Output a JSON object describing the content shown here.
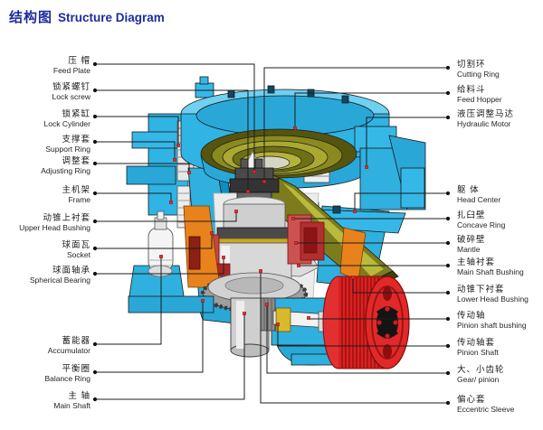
{
  "title": {
    "zh": "结构图",
    "en": "Structure Diagram"
  },
  "labels": {
    "left": [
      {
        "zh": "压  帽",
        "en": "Feed Plate"
      },
      {
        "zh": "锁紧螺钉",
        "en": "Lock screw"
      },
      {
        "zh": "锁紧缸",
        "en": "Lock Cylinder"
      },
      {
        "zh": "支撑套",
        "en": "Support Ring"
      },
      {
        "zh": "调整套",
        "en": "Adjusting Ring"
      },
      {
        "zh": "主机架",
        "en": "Frame"
      },
      {
        "zh": "动锥上衬套",
        "en": "Upper Head Bushing"
      },
      {
        "zh": "球面瓦",
        "en": "Socket"
      },
      {
        "zh": "球面轴承",
        "en": "Spherical Bearing"
      },
      {
        "zh": "蓄能器",
        "en": "Accumulator"
      },
      {
        "zh": "平衡圈",
        "en": "Balance Ring"
      },
      {
        "zh": "主  轴",
        "en": "Main Shaft"
      }
    ],
    "right": [
      {
        "zh": "切割环",
        "en": "Cutting Ring"
      },
      {
        "zh": "给料斗",
        "en": "Feed Hopper"
      },
      {
        "zh": "液压调整马达",
        "en": "Hydraulic Motor"
      },
      {
        "zh": "躯  体",
        "en": "Head Center"
      },
      {
        "zh": "扎臼壁",
        "en": "Concave Ring"
      },
      {
        "zh": "破碎壁",
        "en": "Mantle"
      },
      {
        "zh": "主轴衬套",
        "en": "Main Shaft Bushing"
      },
      {
        "zh": "动锥下衬套",
        "en": "Lower Head Bushing"
      },
      {
        "zh": "传动轴",
        "en": "Pinion shaft bushing"
      },
      {
        "zh": "传动轴套",
        "en": "Pinion Shaft"
      },
      {
        "zh": "大、小齿轮",
        "en": "Gear/ pinion"
      },
      {
        "zh": "偏心套",
        "en": "Eccentric Sleeve"
      }
    ]
  },
  "colors": {
    "title_blue": "#1c2c9e",
    "machine_cyan": "#2fb4e4",
    "machine_cyan_dark": "#0d8fc4",
    "liner_olive": "#7c7c1d",
    "liner_olive_light": "#b3b33a",
    "pulley_red": "#dd2020",
    "wedge_orange": "#e8821c",
    "leader_line": "#1c1c1c",
    "marker_dot": "#e03030"
  }
}
